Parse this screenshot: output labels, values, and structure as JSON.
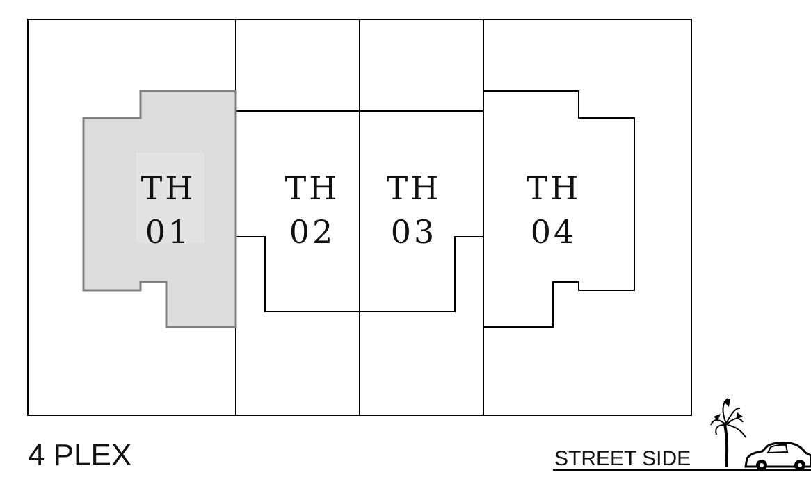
{
  "building": {
    "title": "4 PLEX",
    "units": [
      {
        "id": "01",
        "line1": "TH",
        "line2": "01",
        "highlighted": true
      },
      {
        "id": "02",
        "line1": "TH",
        "line2": "02",
        "highlighted": false
      },
      {
        "id": "03",
        "line1": "TH",
        "line2": "03",
        "highlighted": false
      },
      {
        "id": "04",
        "line1": "TH",
        "line2": "04",
        "highlighted": false
      }
    ]
  },
  "street": {
    "label": "STREET SIDE",
    "icons": [
      "palm-tree-icon",
      "car-icon"
    ]
  },
  "colors": {
    "highlight_fill": "#dcdcdc",
    "highlight_stroke": "#808080",
    "line": "#000000"
  }
}
